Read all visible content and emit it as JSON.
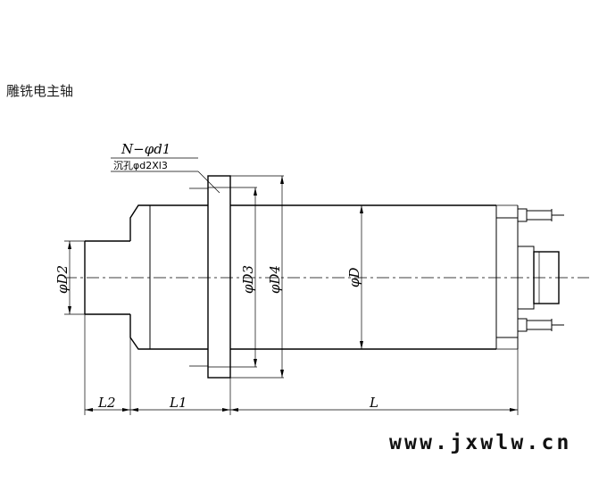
{
  "page": {
    "title": "雕铣电主轴",
    "watermark": "www.jxwlw.cn"
  },
  "diagram": {
    "callout_line1": "N−φd1",
    "callout_line2": "沉孔φd2Xl3",
    "labels": {
      "D2": "φD2",
      "D3": "φD3",
      "D4": "φD4",
      "D": "φD",
      "L2": "L2",
      "L1": "L1",
      "L": "L"
    }
  }
}
